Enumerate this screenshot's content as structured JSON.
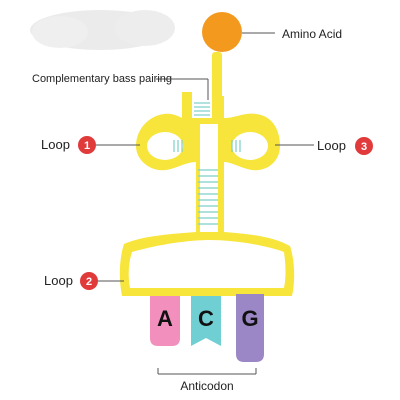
{
  "labels": {
    "amino_acid": "Amino Acid",
    "base_pairing": "Complementary bass pairing",
    "anticodon": "Anticodon"
  },
  "loops": [
    {
      "word": "Loop",
      "number": "1"
    },
    {
      "word": "Loop",
      "number": "2"
    },
    {
      "word": "Loop",
      "number": "3"
    }
  ],
  "bases": [
    {
      "letter": "A",
      "color": "#f28fbd"
    },
    {
      "letter": "C",
      "color": "#6fcfd3"
    },
    {
      "letter": "G",
      "color": "#9b87c6"
    }
  ],
  "colors": {
    "trna_body": "#f7e53b",
    "trna_inner": "#ffffff",
    "amino_acid": "#f39a1e",
    "badge": "#e03a3a",
    "pairing_lines": "#7fcfc6",
    "leader_lines": "#555555"
  }
}
